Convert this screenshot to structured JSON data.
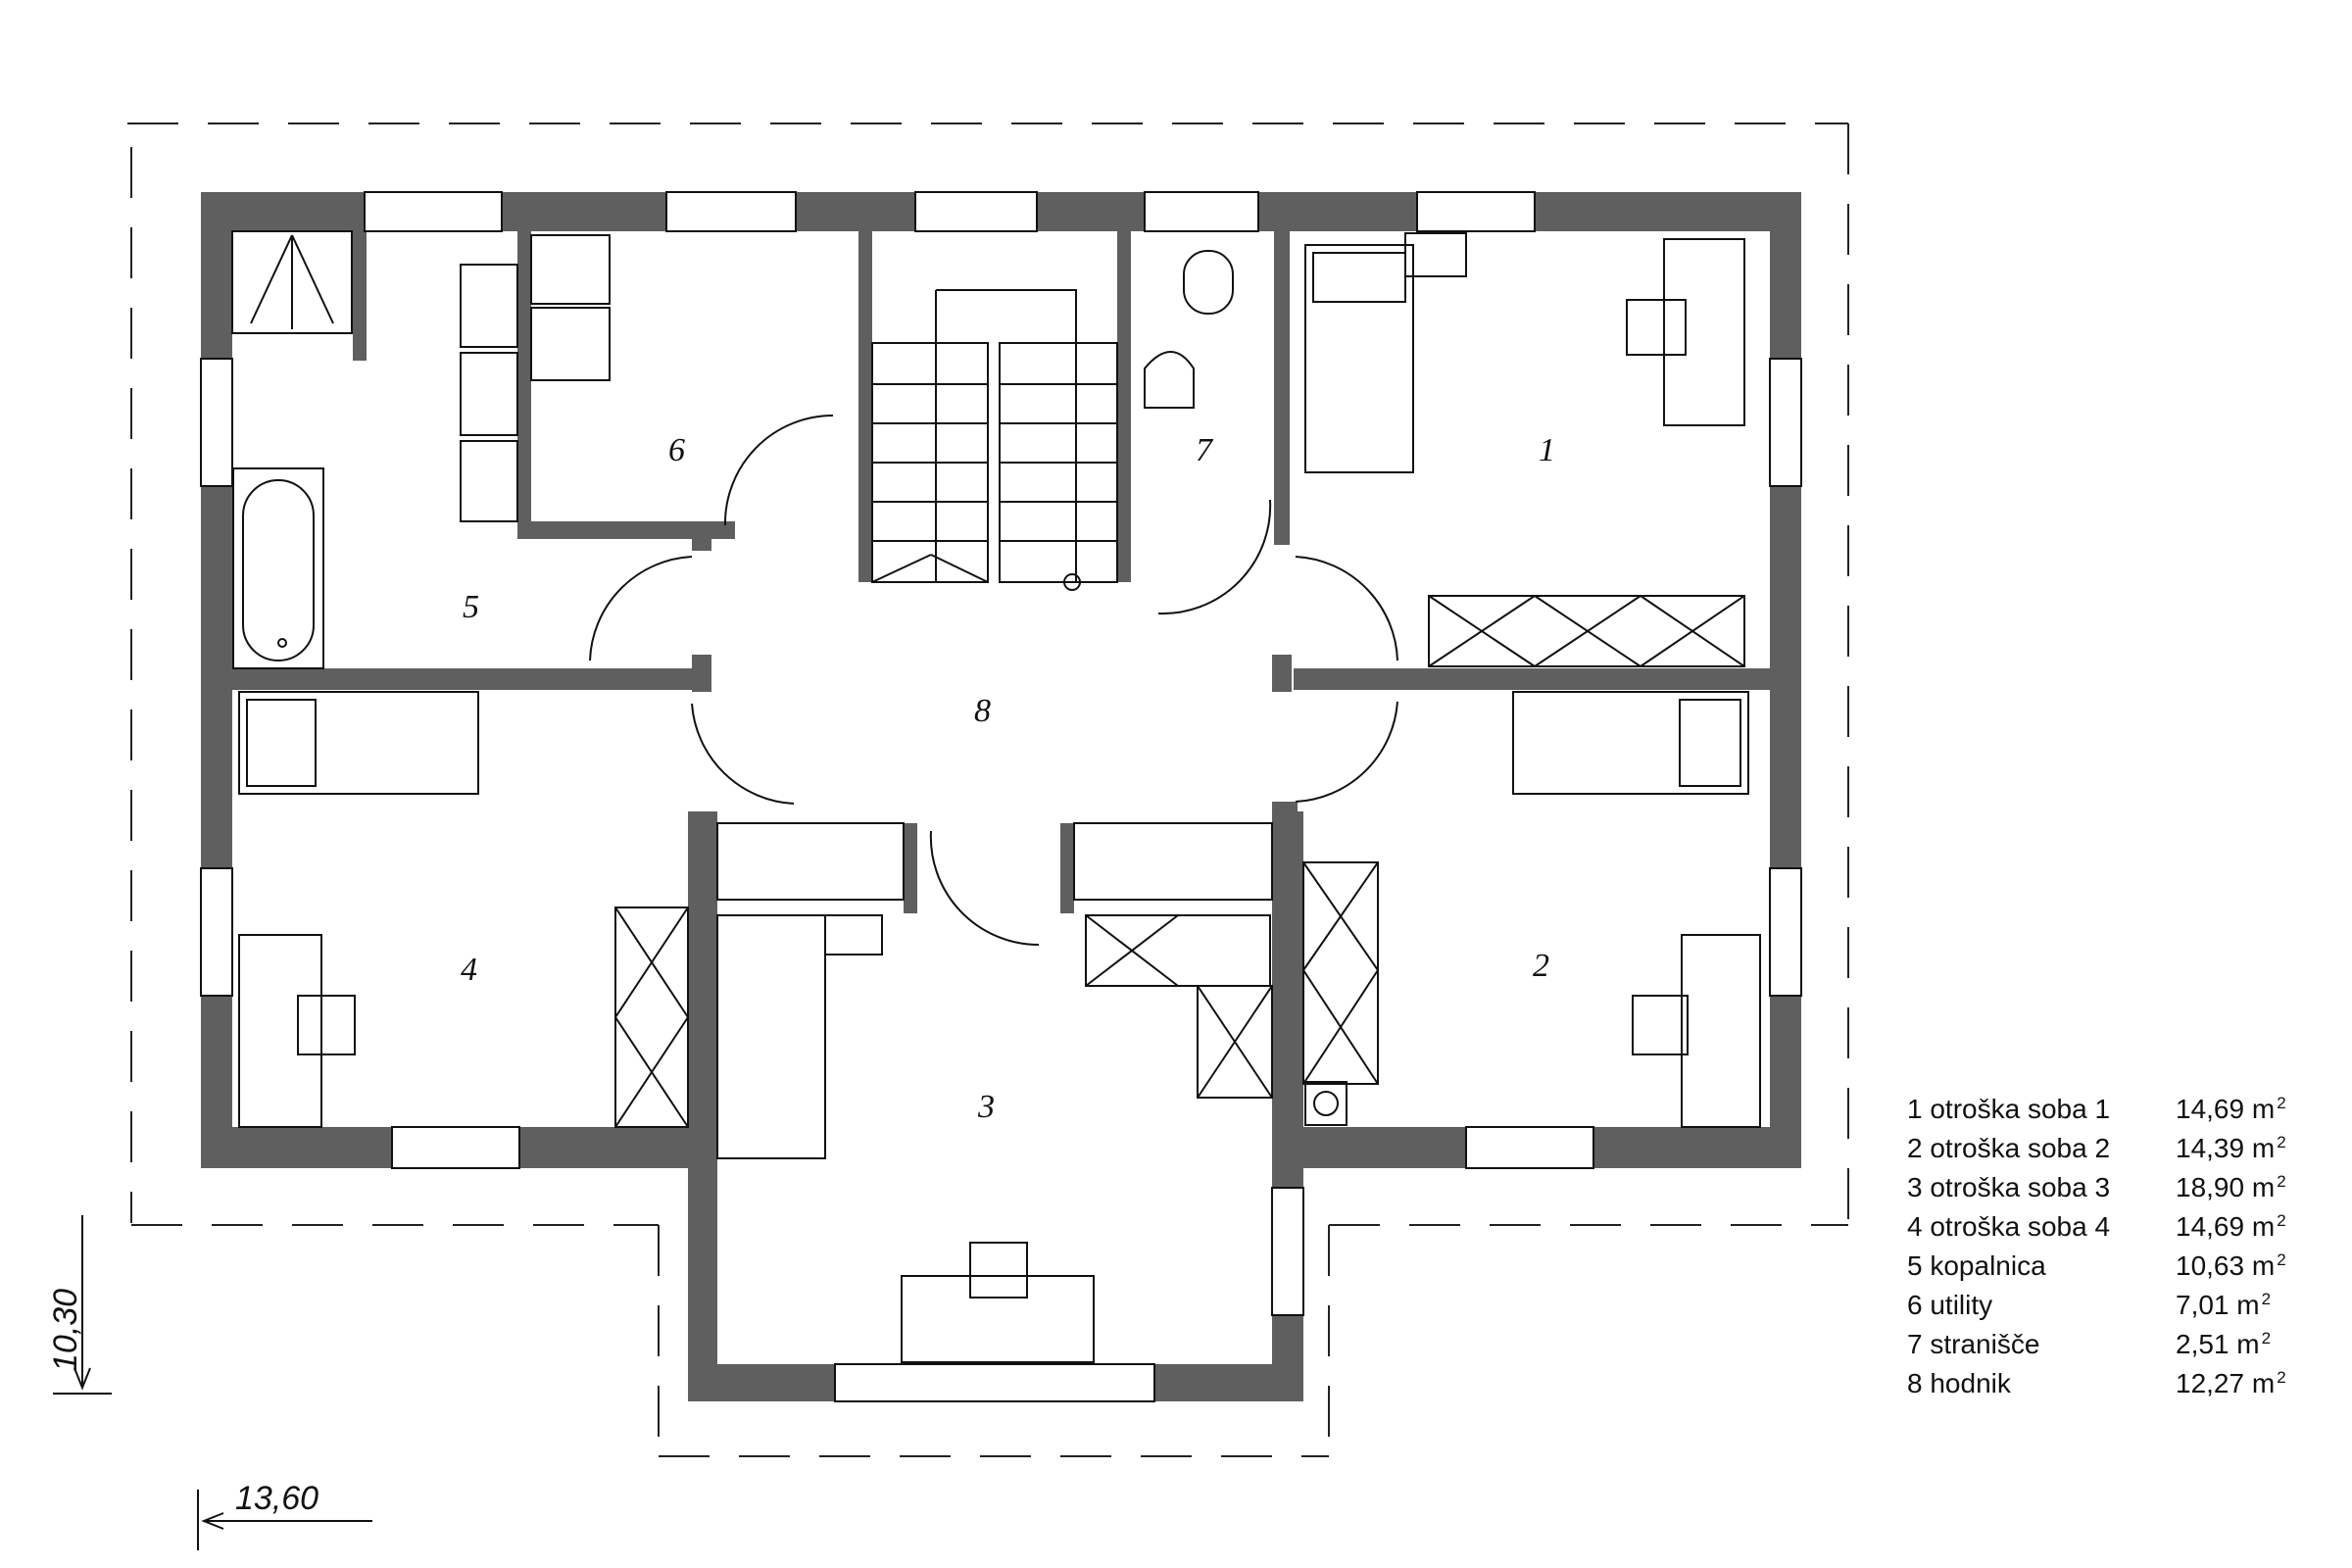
{
  "rooms": [
    {
      "num": "1",
      "label": "otroška soba 1",
      "area": "14,69",
      "unit": "m"
    },
    {
      "num": "2",
      "label": "otroška soba 2",
      "area": "14,39",
      "unit": "m"
    },
    {
      "num": "3",
      "label": "otroška soba 3",
      "area": "18,90",
      "unit": "m"
    },
    {
      "num": "4",
      "label": "otroška soba 4",
      "area": "14,69",
      "unit": "m"
    },
    {
      "num": "5",
      "label": "kopalnica",
      "area": "10,63",
      "unit": "m"
    },
    {
      "num": "6",
      "label": "utility",
      "area": "7,01",
      "unit": "m"
    },
    {
      "num": "7",
      "label": "stranišče",
      "area": "2,51",
      "unit": "m"
    },
    {
      "num": "8",
      "label": "hodnik",
      "area": "12,27",
      "unit": "m"
    }
  ],
  "unit_exponent": "2",
  "dimensions": {
    "height": "10,30",
    "width": "13,60"
  },
  "colors": {
    "wall": "#5f5f5f",
    "line": "#111111",
    "dash": "#222222"
  }
}
